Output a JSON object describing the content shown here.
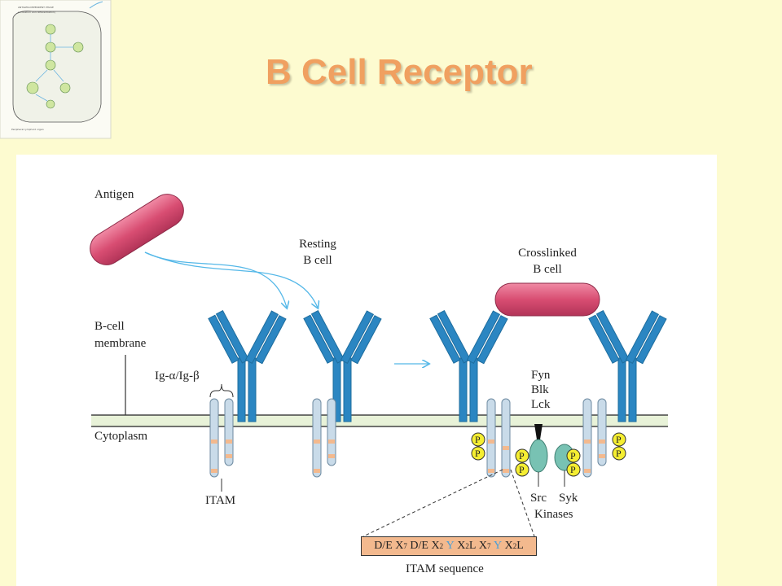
{
  "slide": {
    "title": "B Cell Receptor",
    "colors": {
      "background": "#fdfbd0",
      "panel": "#ffffff",
      "title": "#f0a060",
      "receptor": "#2b86c2",
      "antigen": "#d34f72",
      "itam_band": "#f3b98e",
      "phosphate": "#f5ee32",
      "kinase": "#78c2b3",
      "arrow": "#55b8e8"
    }
  },
  "thumbnail": {
    "header": "ANTIGEN-DEPENDENT PHASE",
    "subheader": "(activation and differentiation)",
    "footer": "Peripheral lymphoid organ"
  },
  "diagram": {
    "antigen_label": "Antigen",
    "resting_label_1": "Resting",
    "resting_label_2": "B cell",
    "crosslinked_label_1": "Crosslinked",
    "crosslinked_label_2": "B cell",
    "membrane_label_1": "B-cell",
    "membrane_label_2": "membrane",
    "ig_label": "Ig-α/Ig-β",
    "cytoplasm_label": "Cytoplasm",
    "itam_label": "ITAM",
    "fyn_label": "Fyn",
    "blk_label": "Blk",
    "lck_label": "Lck",
    "src_label": "Src",
    "syk_label": "Syk",
    "kinases_label": "Kinases",
    "phosphate_label": "P",
    "itam_sequence_label": "ITAM sequence",
    "sequence": {
      "de": "D/E",
      "x": "X",
      "y": "Y",
      "l": "L",
      "n7": "7",
      "n2": "2"
    }
  }
}
